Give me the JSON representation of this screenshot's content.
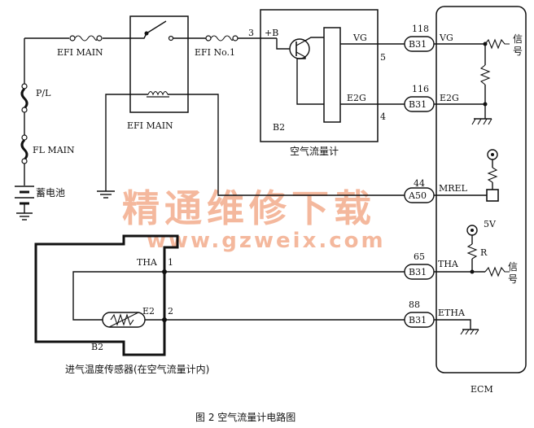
{
  "figure": {
    "caption": "图 2   空气流量计电路图",
    "watermark_cn": "精通维修下载",
    "watermark_url": "www.gzweix.com"
  },
  "power": {
    "efi_main_fuse": "EFI MAIN",
    "efi_no1_fuse": "EFI No.1",
    "pl_fuse": "P/L",
    "fl_main": "FL MAIN",
    "battery": "蓄电池",
    "relay": "EFI MAIN"
  },
  "maf": {
    "connector": "B2",
    "title": "空气流量计",
    "plus_b": "+B",
    "pin_plus_b": "3",
    "vg": "VG",
    "pin_vg": "5",
    "e2g": "E2G",
    "pin_e2g": "4"
  },
  "iat": {
    "connector": "B2",
    "title": "进气温度传感器(在空气流量计内)",
    "tha": "THA",
    "pin_tha": "1",
    "e2": "E2",
    "pin_e2": "2"
  },
  "ecm": {
    "label": "ECM",
    "rows": [
      {
        "pin": "118",
        "conn": "B31",
        "name": "VG"
      },
      {
        "pin": "116",
        "conn": "B31",
        "name": "E2G"
      },
      {
        "pin": "44",
        "conn": "A50",
        "name": "MREL"
      },
      {
        "pin": "65",
        "conn": "B31",
        "name": "THA"
      },
      {
        "pin": "88",
        "conn": "B31",
        "name": "ETHA"
      }
    ],
    "signal_1": "信号",
    "signal_2": "信号",
    "five_v": "5V",
    "r": "R"
  }
}
